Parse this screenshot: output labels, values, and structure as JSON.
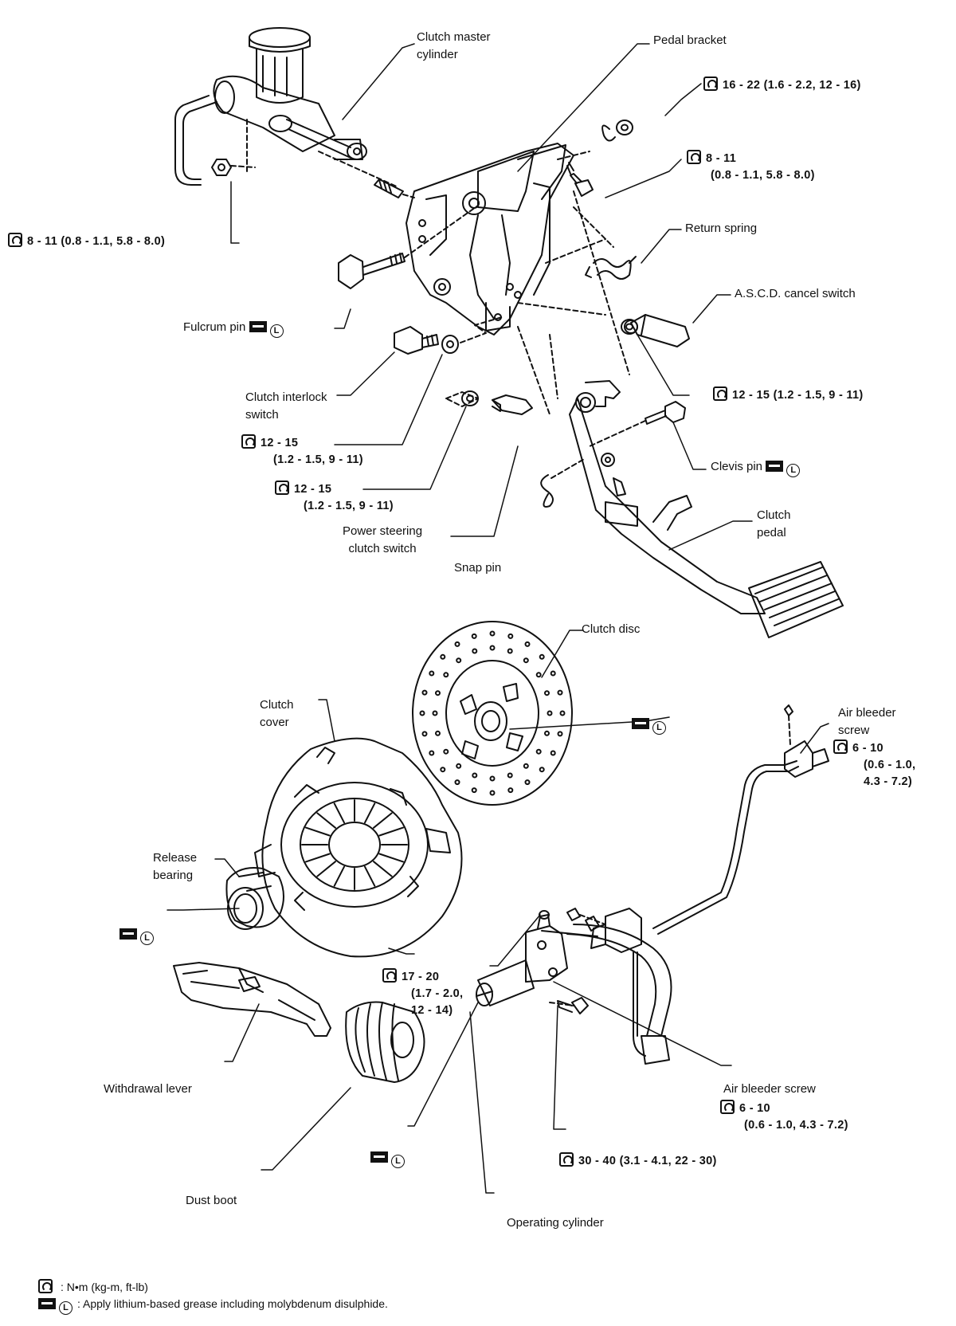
{
  "labels": {
    "clutch_master_cylinder": [
      "Clutch master",
      "cylinder"
    ],
    "pedal_bracket": "Pedal bracket",
    "return_spring": "Return spring",
    "ascd_cancel_switch": "A.S.C.D. cancel switch",
    "fulcrum_pin": "Fulcrum pin",
    "clutch_interlock_switch": [
      "Clutch interlock",
      "switch"
    ],
    "clevis_pin": "Clevis pin",
    "power_steering_clutch_switch": [
      "Power steering",
      "clutch switch"
    ],
    "snap_pin": "Snap pin",
    "clutch_pedal": [
      "Clutch",
      "pedal"
    ],
    "clutch_disc": "Clutch disc",
    "clutch_cover": [
      "Clutch",
      "cover"
    ],
    "air_bleeder_screw_top": [
      "Air bleeder",
      "screw"
    ],
    "release_bearing": [
      "Release",
      "bearing"
    ],
    "withdrawal_lever": "Withdrawal lever",
    "air_bleeder_screw_bottom": "Air bleeder screw",
    "dust_boot": "Dust boot",
    "operating_cylinder": "Operating cylinder"
  },
  "torques": {
    "t1": [
      "16 - 22 (1.6 - 2.2, 12 - 16)"
    ],
    "t2": [
      "8 - 11",
      "(0.8 - 1.1, 5.8 - 8.0)"
    ],
    "t3": [
      "8 - 11 (0.8 - 1.1, 5.8 - 8.0)"
    ],
    "t4": [
      "12 - 15 (1.2 - 1.5, 9 - 11)"
    ],
    "t5": [
      "12 - 15",
      "(1.2 - 1.5, 9 - 11)"
    ],
    "t6": [
      "12 - 15",
      "(1.2 - 1.5, 9 - 11)"
    ],
    "t7": [
      "6 - 10",
      "(0.6 - 1.0,",
      "4.3 - 7.2)"
    ],
    "t8": [
      "17 - 20",
      "(1.7 - 2.0,",
      "12 - 14)"
    ],
    "t9": [
      "6 - 10",
      "(0.6 - 1.0, 4.3 - 7.2)"
    ],
    "t10": [
      "30 - 40 (3.1 - 4.1, 22 - 30)"
    ]
  },
  "legend": {
    "torque_units": ": N•m (kg-m, ft-lb)",
    "grease": ": Apply lithium-based grease including molybdenum disulphide."
  },
  "icons": {
    "torque": "torque-wrench-icon",
    "grease": "grease-icon",
    "lubricant": "circled-l-icon"
  }
}
